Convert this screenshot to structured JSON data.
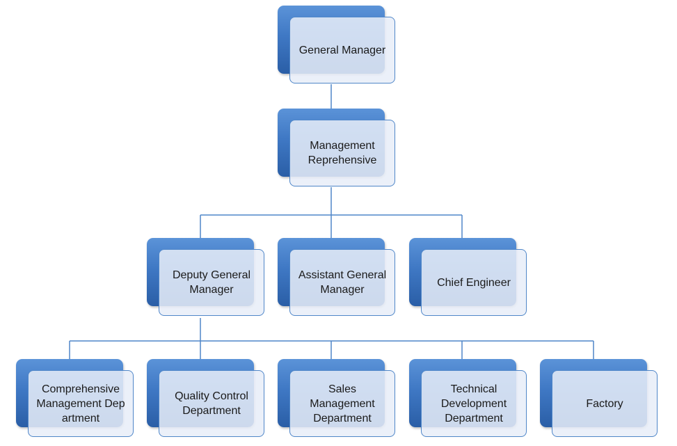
{
  "diagram": {
    "nodes": [
      {
        "id": "general-manager",
        "label": "General Manager"
      },
      {
        "id": "management-reprehensive",
        "label": "Management\nReprehensive"
      },
      {
        "id": "deputy-general-manager",
        "label": "Deputy General\nManager"
      },
      {
        "id": "assistant-general-manager",
        "label": "Assistant General\nManager"
      },
      {
        "id": "chief-engineer",
        "label": "Chief Engineer"
      },
      {
        "id": "comprehensive-management-department",
        "label": "Comprehensive\nManagement Dep\nartment"
      },
      {
        "id": "quality-control-department",
        "label": "Quality Control\nDepartment"
      },
      {
        "id": "sales-management-department",
        "label": "Sales\nManagement\nDepartment"
      },
      {
        "id": "technical-development-department",
        "label": "Technical\nDevelopment\nDepartment"
      },
      {
        "id": "factory",
        "label": "Factory"
      }
    ],
    "edges": [
      {
        "from": "general-manager",
        "to": "management-reprehensive"
      },
      {
        "from": "management-reprehensive",
        "to": "deputy-general-manager"
      },
      {
        "from": "management-reprehensive",
        "to": "assistant-general-manager"
      },
      {
        "from": "management-reprehensive",
        "to": "chief-engineer"
      },
      {
        "from": "deputy-general-manager",
        "to": "comprehensive-management-department"
      },
      {
        "from": "deputy-general-manager",
        "to": "quality-control-department"
      },
      {
        "from": "deputy-general-manager",
        "to": "sales-management-department"
      },
      {
        "from": "deputy-general-manager",
        "to": "technical-development-department"
      },
      {
        "from": "deputy-general-manager",
        "to": "factory"
      }
    ],
    "colors": {
      "box_fill": "#3f78c4",
      "box_border": "#4f86c8",
      "card_fill": "#e8eef8",
      "connector": "#4f86c8",
      "text": "#1a1a1a"
    }
  }
}
